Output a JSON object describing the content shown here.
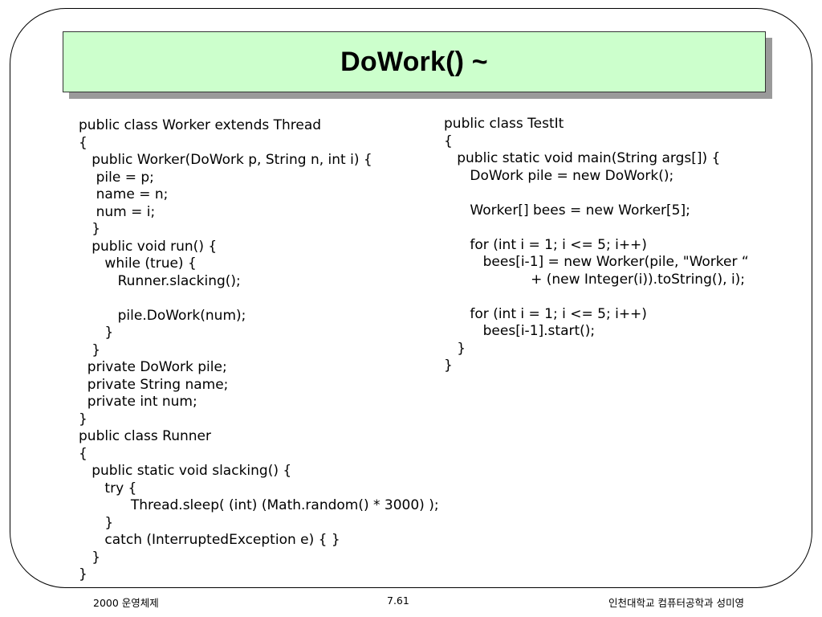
{
  "slide": {
    "title": "DoWork() ~",
    "code_left": "public class Worker extends Thread\n{\n   public Worker(DoWork p, String n, int i) {\n    pile = p;\n    name = n;\n    num = i;\n   }\n   public void run() {\n      while (true) {\n         Runner.slacking();\n\n         pile.DoWork(num);\n      }\n   }\n  private DoWork pile;\n  private String name;\n  private int num;\n}\npublic class Runner\n{\n   public static void slacking() {\n      try {\n            Thread.sleep( (int) (Math.random() * 3000) );\n      }\n      catch (InterruptedException e) { }\n   }\n}",
    "code_right": "public class TestIt\n{\n   public static void main(String args[]) {\n      DoWork pile = new DoWork();\n\n      Worker[] bees = new Worker[5];\n\n      for (int i = 1; i <= 5; i++)\n         bees[i-1] = new Worker(pile, \"Worker “\n                    + (new Integer(i)).toString(), i);\n\n      for (int i = 1; i <= 5; i++)\n         bees[i-1].start();\n   }\n}"
  },
  "footer": {
    "left": "2000 운영체제",
    "center": "7.61",
    "right": "인천대학교 컴퓨터공학과 성미영"
  }
}
